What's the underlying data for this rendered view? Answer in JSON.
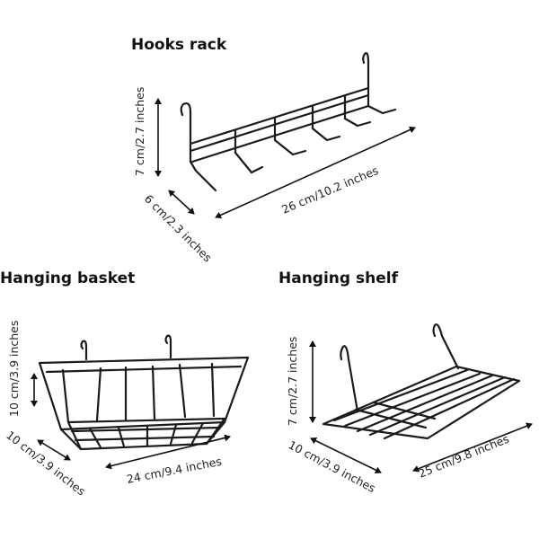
{
  "products": {
    "hooks_rack": {
      "title": "Hooks rack",
      "height_dim": "7 cm/2.7 inches",
      "depth_dim": "6 cm/2.3 inches",
      "width_dim": "26 cm/10.2 inches"
    },
    "hanging_basket": {
      "title": "Hanging basket",
      "height_dim": "10 cm/3.9 inches",
      "depth_dim": "10 cm/3.9 inches",
      "width_dim": "24 cm/9.4 inches"
    },
    "hanging_shelf": {
      "title": "Hanging shelf",
      "height_dim": "7 cm/2.7 inches",
      "depth_dim": "10 cm/3.9 inches",
      "width_dim": "25 cm/9.8 inches"
    }
  },
  "colors": {
    "wire": "#1b1b1b",
    "background": "#ffffff"
  }
}
